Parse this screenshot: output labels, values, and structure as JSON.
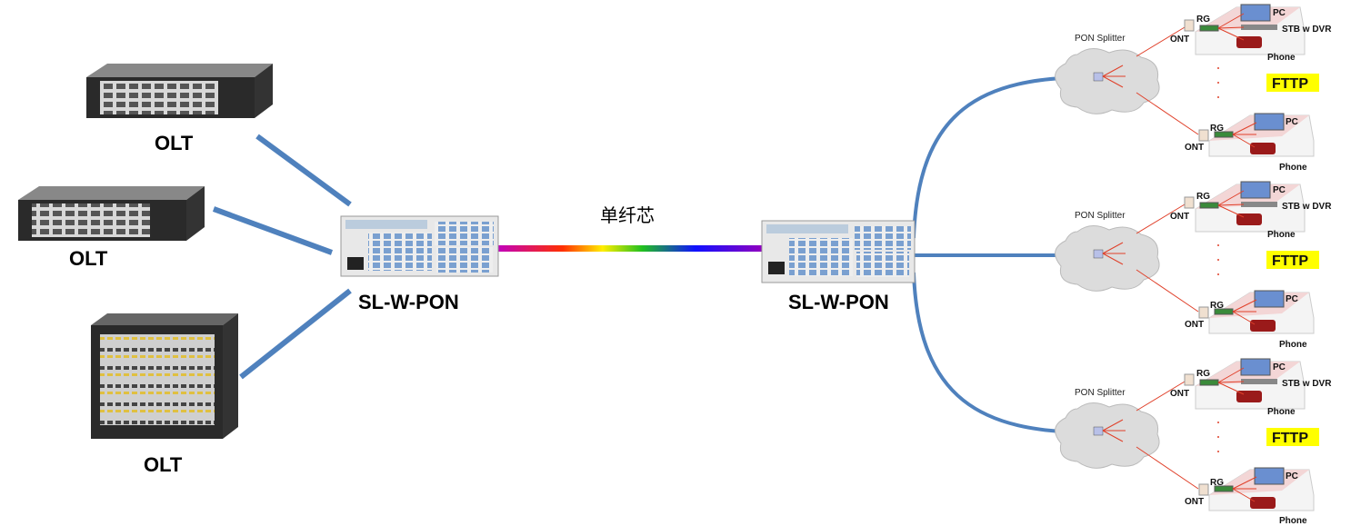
{
  "olts": [
    {
      "label": "OLT"
    },
    {
      "label": "OLT"
    },
    {
      "label": "OLT"
    }
  ],
  "wdm_left": {
    "label": "SL-W-PON"
  },
  "wdm_right": {
    "label": "SL-W-PON"
  },
  "fiber": {
    "label": "单纤芯"
  },
  "fttp_groups": [
    {
      "splitter": "PON Splitter",
      "top": {
        "rg": "RG",
        "ont": "ONT",
        "pc": "PC",
        "stb": "STB w DVR",
        "phone": "Phone"
      },
      "badge": "FTTP",
      "bottom": {
        "rg": "RG",
        "ont": "ONT",
        "pc": "PC",
        "phone": "Phone"
      }
    },
    {
      "splitter": "PON Splitter",
      "top": {
        "rg": "RG",
        "ont": "ONT",
        "pc": "PC",
        "stb": "STB w DVR",
        "phone": "Phone"
      },
      "badge": "FTTP",
      "bottom": {
        "rg": "RG",
        "ont": "ONT",
        "pc": "PC",
        "phone": "Phone"
      }
    },
    {
      "splitter": "PON Splitter",
      "top": {
        "rg": "RG",
        "ont": "ONT",
        "pc": "PC",
        "stb": "STB w DVR",
        "phone": "Phone"
      },
      "badge": "FTTP",
      "bottom": {
        "rg": "RG",
        "ont": "ONT",
        "pc": "PC",
        "phone": "Phone"
      }
    }
  ],
  "colors": {
    "link": "#4f81bd",
    "drop": "#e0402a",
    "badge": "#ffff00"
  }
}
